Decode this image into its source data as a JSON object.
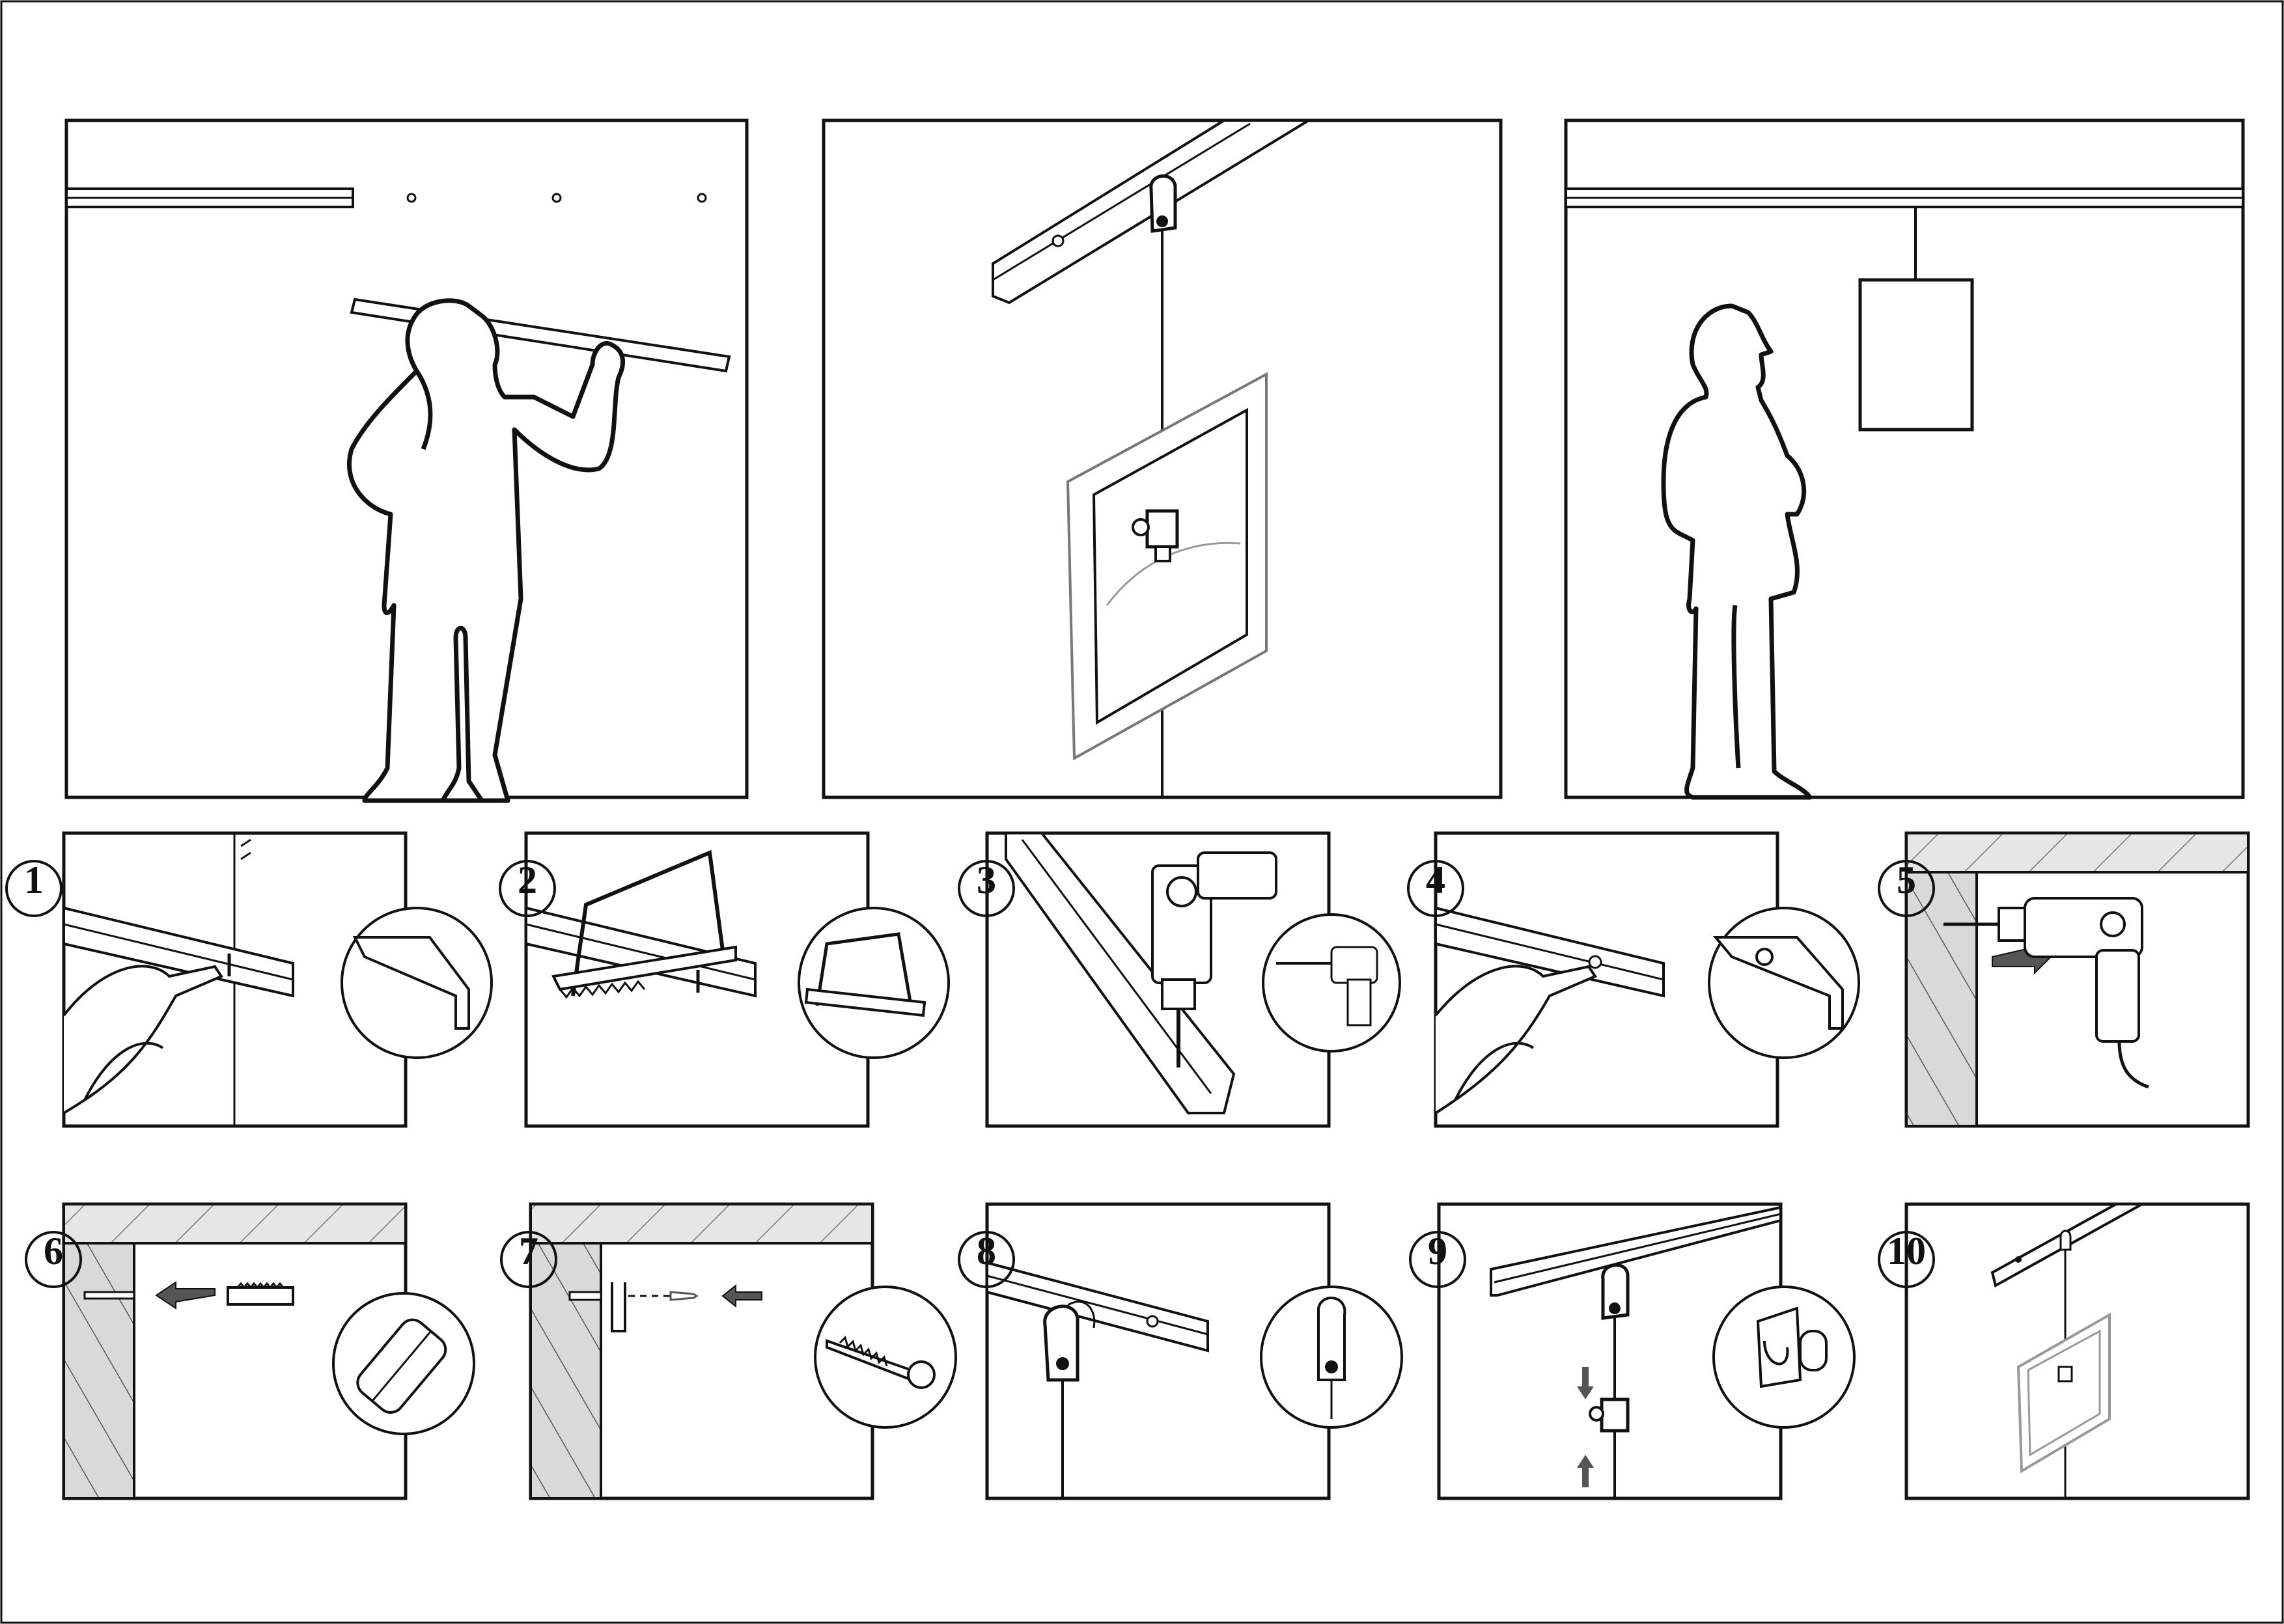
{
  "steps": [
    {
      "number": "1",
      "action": "mark-cut-line"
    },
    {
      "number": "2",
      "action": "saw-rail"
    },
    {
      "number": "3",
      "action": "drill-rail"
    },
    {
      "number": "4",
      "action": "mark-wall-through-hole"
    },
    {
      "number": "5",
      "action": "drill-wall"
    },
    {
      "number": "6",
      "action": "insert-wall-plug"
    },
    {
      "number": "7",
      "action": "screw-rail-to-wall"
    },
    {
      "number": "8",
      "action": "hook-hanger-on-rail"
    },
    {
      "number": "9",
      "action": "adjust-picture-hook"
    },
    {
      "number": "10",
      "action": "picture-hung"
    }
  ],
  "colors": {
    "line": "#111111",
    "wall_fill": "#d9d9d9",
    "ceiling_fill": "#e6e6e6",
    "arrow_fill": "#555555",
    "frame_fill": "#ffffff"
  },
  "icons": [
    "pencil-icon",
    "hacksaw-icon",
    "power-drill-icon",
    "wall-plug-icon",
    "screw-icon",
    "rail-hook-icon",
    "picture-hook-icon",
    "person-icon",
    "picture-frame-icon"
  ]
}
